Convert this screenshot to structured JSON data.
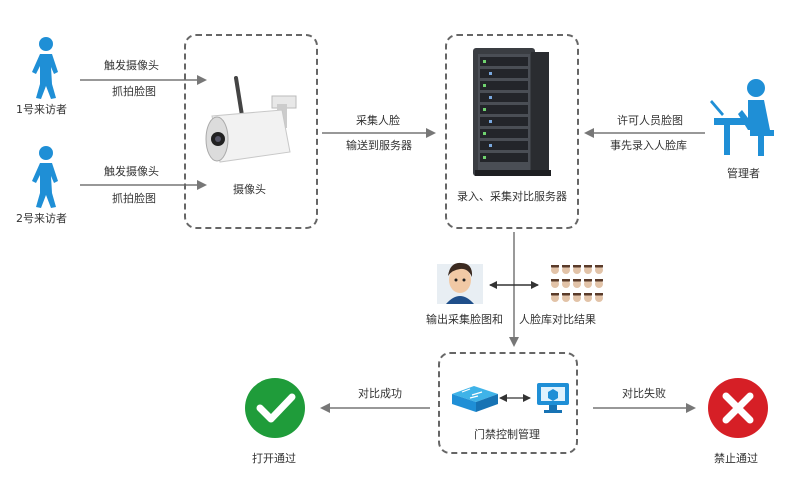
{
  "visitor1": {
    "label": "1号来访者"
  },
  "visitor2": {
    "label": "2号来访者"
  },
  "arrow1": {
    "line1": "触发摄像头",
    "line2": "抓拍脸图"
  },
  "arrow2": {
    "line1": "触发摄像头",
    "line2": "抓拍脸图"
  },
  "camera": {
    "label": "摄像头"
  },
  "arrow_cam_server": {
    "line1": "采集人脸",
    "line2": "输送到服务器"
  },
  "server": {
    "label": "录入、采集对比服务器"
  },
  "arrow_admin": {
    "line1": "许可人员脸图",
    "line2": "事先录入人脸库"
  },
  "admin": {
    "label": "管理者"
  },
  "compare": {
    "left": "输出采集脸图和",
    "right": "人脸库对比结果"
  },
  "access": {
    "label": "门禁控制管理"
  },
  "success": {
    "arrow": "对比成功",
    "label": "打开通过"
  },
  "fail": {
    "arrow": "对比失败",
    "label": "禁止通过"
  },
  "colors": {
    "person": "#1f8fd6",
    "server": "#3a3d42",
    "success": "#1f9c3a",
    "fail": "#d61f26",
    "dash": "#666666",
    "arrow": "#777777"
  }
}
